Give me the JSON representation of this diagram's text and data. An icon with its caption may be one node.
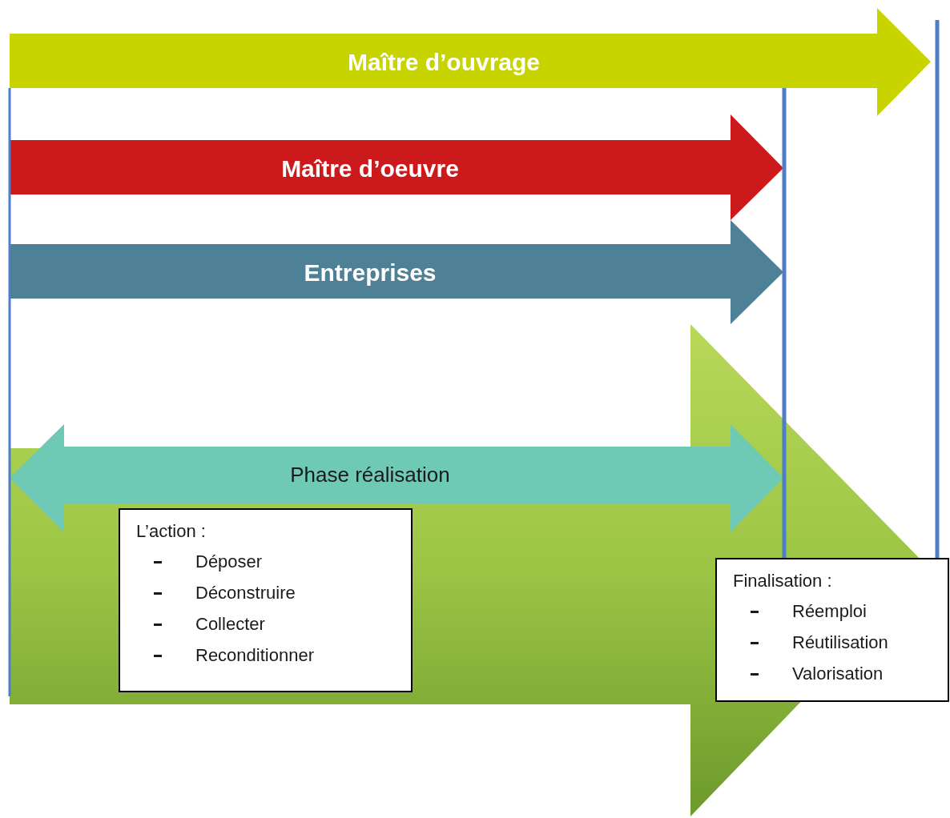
{
  "diagram": {
    "nodes": [
      {
        "text": [
          "Maître d’ouvrage"
        ]
      },
      {
        "text": [
          "Maître d’oeuvre"
        ]
      },
      {
        "text": [
          "Entreprises"
        ]
      },
      {
        "text": [],
        "shape": "arrow"
      },
      {
        "text": [
          "Phase réalisation"
        ],
        "in": 3
      },
      {
        "text": [
          "L’action :",
          "Déposer",
          "Déconstruire",
          "Collecter",
          "Reconditionner"
        ],
        "in": 3
      },
      {
        "text": [
          "Finalisation :",
          "Réemploi",
          "Réutilisation",
          "Valorisation"
        ]
      }
    ],
    "edges": [
      {
        "from": 0,
        "to": 6,
        "arrow": "none"
      },
      {
        "from": null,
        "to": 6,
        "arrow": "none"
      }
    ]
  }
}
